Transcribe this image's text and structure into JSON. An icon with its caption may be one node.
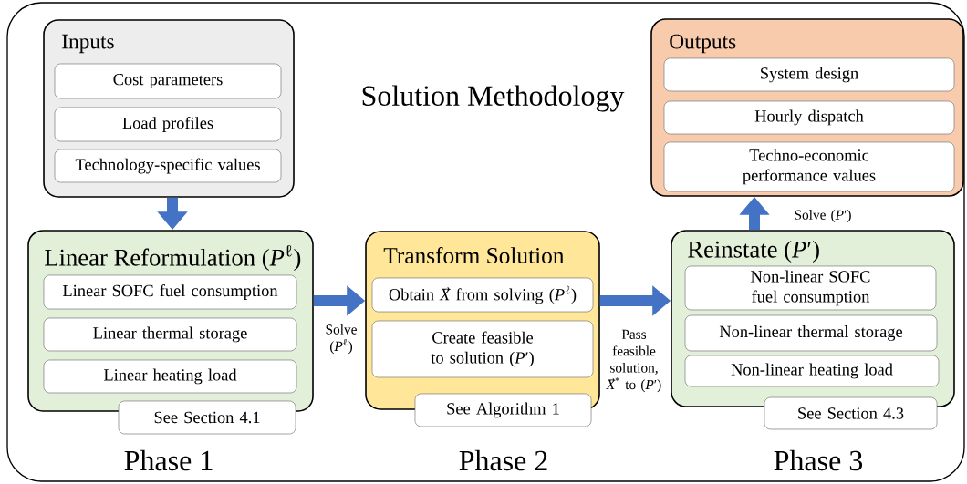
{
  "diagram": {
    "title": "Solution Methodology",
    "nodes": [
      {
        "text": [
          "Inputs"
        ]
      },
      {
        "text": [
          "Cost parameters"
        ],
        "in": 0
      },
      {
        "text": [
          "Load profiles"
        ],
        "in": 0
      },
      {
        "text": [
          "Technology-specific values"
        ],
        "in": 0
      },
      {
        "text": [
          "Linear Reformulation (*P*$^{ℓ}$)"
        ]
      },
      {
        "text": [
          "Linear SOFC fuel consumption"
        ],
        "in": 4
      },
      {
        "text": [
          "Linear thermal storage"
        ],
        "in": 4
      },
      {
        "text": [
          "Linear heating load"
        ],
        "in": 4
      },
      {
        "text": [
          "See Section 4.1"
        ]
      },
      {
        "text": [
          "Transform Solution"
        ]
      },
      {
        "text": [
          "Obtain *X⃗* from solving (*P*$^{ℓ}$)"
        ],
        "in": 9
      },
      {
        "text": [
          "Create feasible to solution (*P*′)"
        ],
        "in": 9
      },
      {
        "text": [
          "See Algorithm 1"
        ]
      },
      {
        "text": [
          "Outputs"
        ]
      },
      {
        "text": [
          "System design"
        ],
        "in": 13
      },
      {
        "text": [
          "Hourly dispatch"
        ],
        "in": 13
      },
      {
        "text": [
          "Techno-economic performance values"
        ],
        "in": 13
      },
      {
        "text": [
          "Reinstate (*P*′)"
        ]
      },
      {
        "text": [
          "Non-linear SOFC fuel consumption"
        ],
        "in": 17
      },
      {
        "text": [
          "Non-linear thermal storage"
        ],
        "in": 17
      },
      {
        "text": [
          "Non-linear heating load"
        ],
        "in": 17
      },
      {
        "text": [
          "See Section 4.3"
        ]
      }
    ],
    "edges": [
      {
        "from": 0,
        "to": 4,
        "arrow": "to"
      },
      {
        "from": 4,
        "to": 9,
        "arrow": "to",
        "label": "Solve (*P*$^{ℓ}$)"
      },
      {
        "from": 9,
        "to": 17,
        "arrow": "to",
        "label": "Pass feasible solution, *X⃗*$^{*}$ to (*P*′)"
      },
      {
        "from": 17,
        "to": 13,
        "arrow": "to",
        "label": "Solve (*P*′)"
      }
    ],
    "labels": [
      "Phase 1",
      "Phase 2",
      "Phase 3"
    ]
  }
}
